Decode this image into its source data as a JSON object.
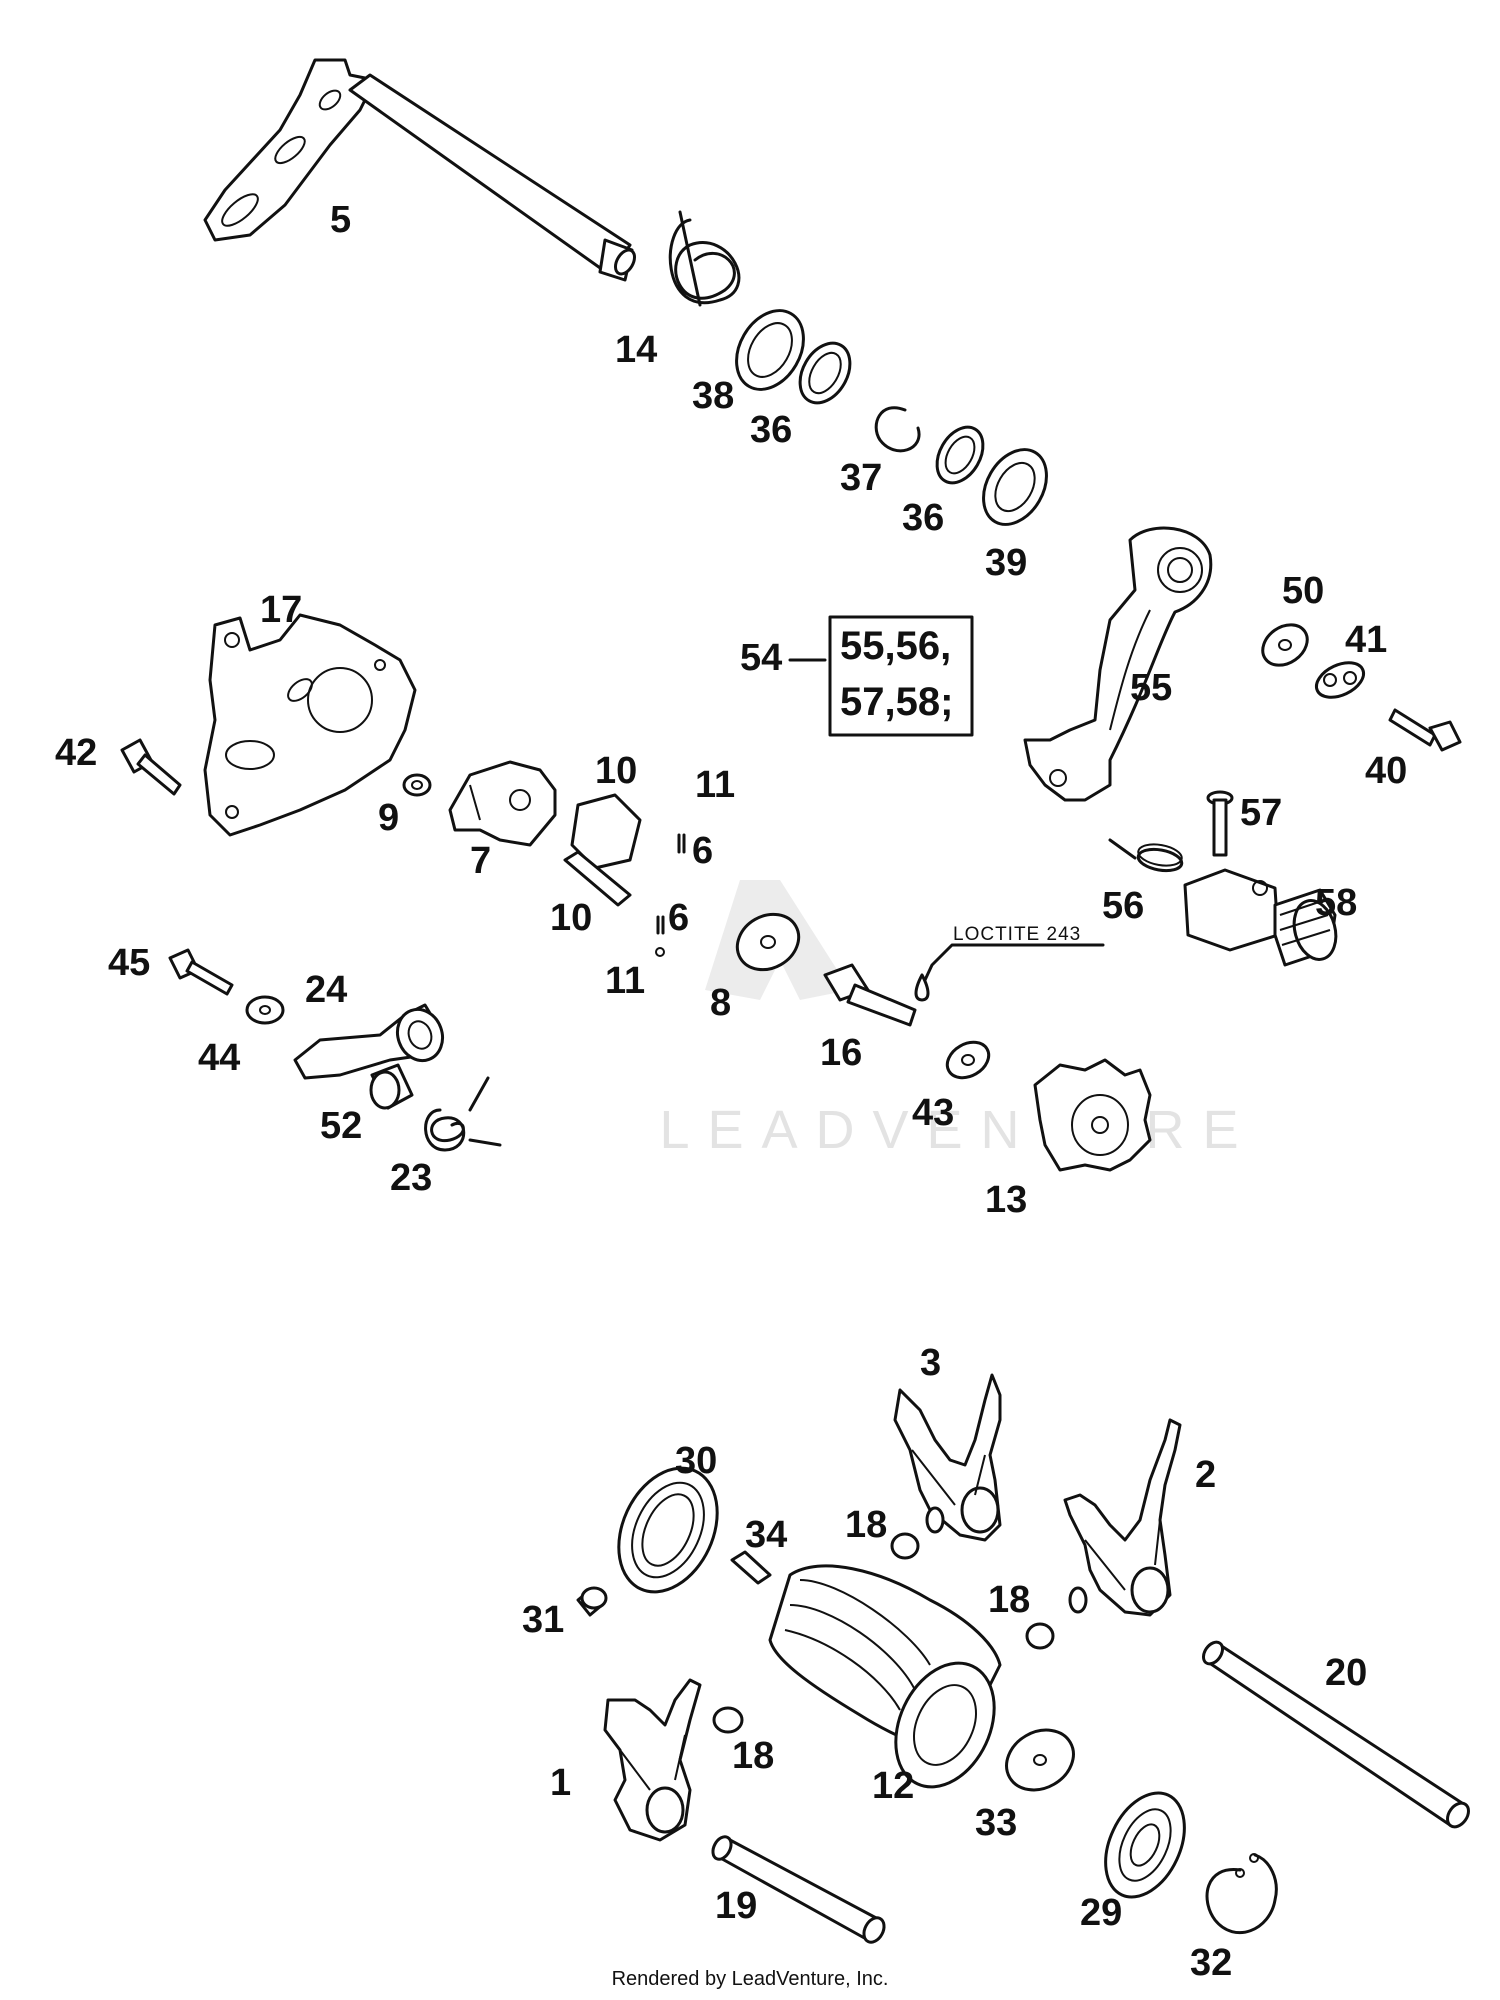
{
  "diagram": {
    "callouts": [
      "5",
      "14",
      "38",
      "36",
      "37",
      "36",
      "39",
      "17",
      "50",
      "41",
      "42",
      "9",
      "7",
      "10",
      "11",
      "6",
      "10",
      "6",
      "11",
      "8",
      "55",
      "40",
      "57",
      "56",
      "58",
      "45",
      "24",
      "44",
      "52",
      "23",
      "16",
      "43",
      "13",
      "3",
      "2",
      "30",
      "18",
      "34",
      "31",
      "18",
      "1",
      "18",
      "12",
      "20",
      "33",
      "29",
      "19",
      "32"
    ],
    "kit_ref": "54",
    "kit_contents": [
      "55,56,",
      "57,58;"
    ],
    "loctite_note": "LOCTITE 243",
    "watermark": "LEADVENTURE"
  },
  "footer": {
    "credit": "Rendered by LeadVenture, Inc."
  },
  "colors": {
    "line": "#111111",
    "watermark": "#e3e3e3",
    "background": "#ffffff"
  }
}
